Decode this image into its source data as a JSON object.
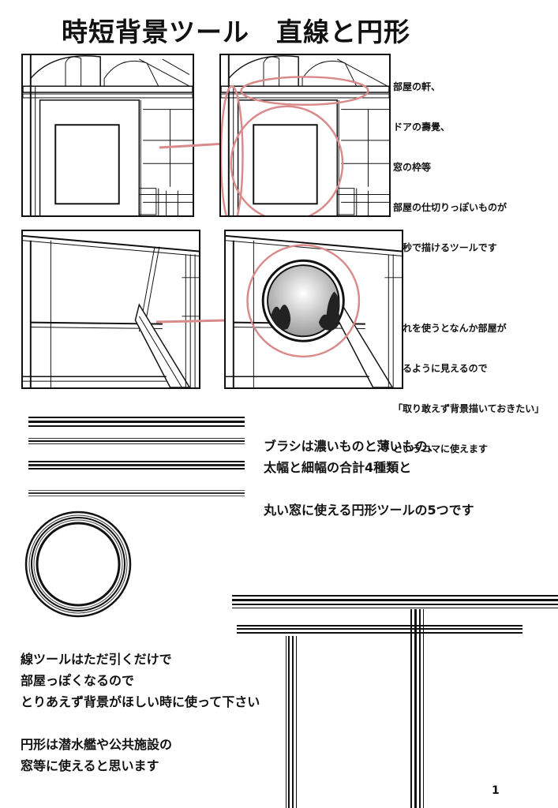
{
  "title": "時短背景ツール　直線と円形",
  "side_text": {
    "lines_a": [
      "部屋の軒、",
      "ドアの壽覺、",
      "窓の枠等",
      "部屋の仕切りっぽいものが",
      "数秒で描けるツールです"
    ],
    "lines_b": [
      "これを使うとなんか部屋が",
      "あるように見えるので",
      "「取り敢えず背景描いておきたい」",
      "というコマに使えます"
    ]
  },
  "brush_text": {
    "lines_a": [
      "ブラシは濃いものと薄いもの、",
      "太幅と細幅の合計4種類と"
    ],
    "lines_b": [
      "丸い窓に使える円形ツールの5つです"
    ]
  },
  "note_text": {
    "lines_a": [
      "線ツールはただ引くだけで",
      "部屋っぽくなるので",
      "とりあえず背景がほしい時に使って下さい"
    ],
    "lines_b": [
      "円形は潜水艦や公共施設の",
      "窓等に使えると思います"
    ]
  },
  "page_number": "1",
  "colors": {
    "annotation": "#d98a8a",
    "ink": "#111111"
  },
  "icons": [
    "arrow-right-icon"
  ]
}
